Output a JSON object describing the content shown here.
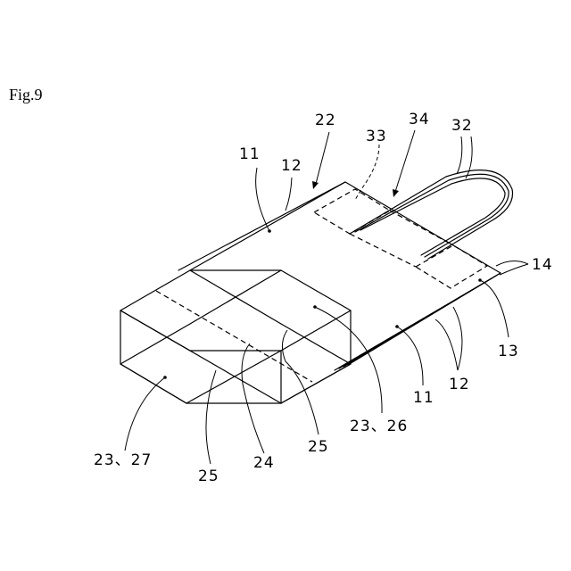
{
  "figure": {
    "label": "Fig.9",
    "reference_numerals": {
      "n11_top": "11",
      "n12_top": "12",
      "n22": "22",
      "n33": "33",
      "n34": "34",
      "n32": "32",
      "n14": "14",
      "n13": "13",
      "n11_bottom": "11",
      "n12_bottom": "12",
      "n23_26": "23、26",
      "n25_right": "25",
      "n24": "24",
      "n25_left": "25",
      "n23_27": "23、27"
    }
  }
}
